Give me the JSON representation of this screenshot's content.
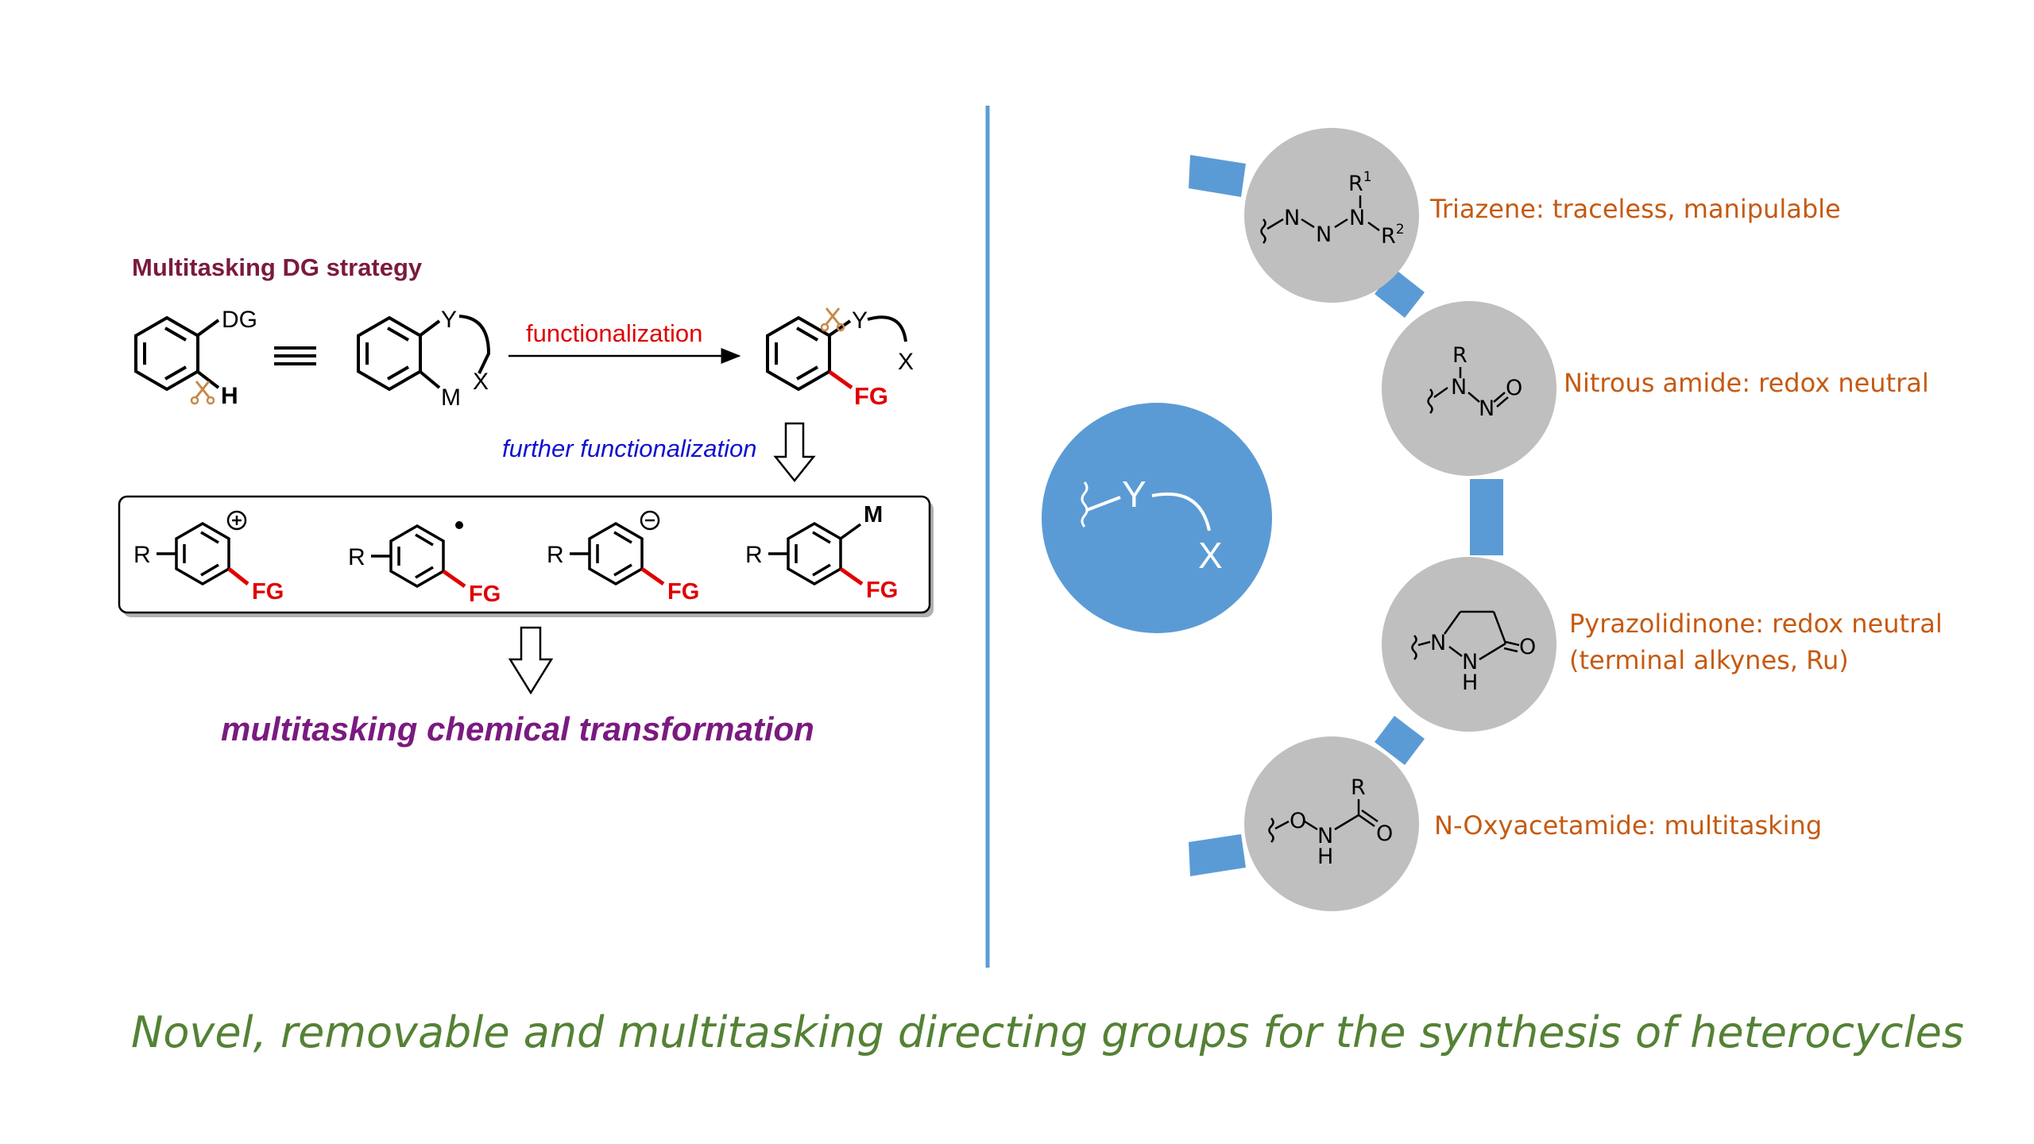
{
  "left": {
    "heading": "Multitasking DG strategy",
    "start": {
      "dg": "DG",
      "h": "H"
    },
    "chelate": {
      "y": "Y",
      "m": "M",
      "x": "X"
    },
    "arrow_label": "functionalization",
    "product": {
      "y": "Y",
      "x": "X",
      "fg": "FG"
    },
    "further_label": "further functionalization",
    "box_items": [
      {
        "r": "R",
        "fg": "FG",
        "charge": "+"
      },
      {
        "r": "R",
        "fg": "FG",
        "charge": "•"
      },
      {
        "r": "R",
        "fg": "FG",
        "charge": "−"
      },
      {
        "r": "R",
        "fg": "FG",
        "metal": "M"
      }
    ],
    "outcome": "multitasking chemical transformation"
  },
  "right": {
    "center": {
      "y": "Y",
      "x": "X"
    },
    "groups": [
      {
        "label": "Triazene: traceless, manipulable",
        "atoms": {
          "n1": "N",
          "n2": "N",
          "n3": "N",
          "r1": "R",
          "r1_sup": "1",
          "r2": "R",
          "r2_sup": "2"
        }
      },
      {
        "label": "Nitrous amide: redox neutral",
        "atoms": {
          "r": "R",
          "n1": "N",
          "n2": "N",
          "o": "O"
        }
      },
      {
        "label": "Pyrazolidinone: redox neutral",
        "label_line2": "(terminal alkynes, Ru)",
        "atoms": {
          "n1": "N",
          "n2": "N",
          "h": "H",
          "o": "O"
        }
      },
      {
        "label": "N-Oxyacetamide: multitasking",
        "atoms": {
          "o1": "O",
          "n": "N",
          "h": "H",
          "r": "R",
          "o2": "O"
        }
      }
    ]
  },
  "caption": "Novel, removable and multitasking directing groups for the synthesis of heterocycles",
  "colors": {
    "heading": "#7b1a3f",
    "red": "#e00000",
    "blue": "#1010d0",
    "purple": "#7a1a80",
    "orange": "#c55a11",
    "green": "#548235",
    "accent": "#5b9bd5",
    "node": "#bfbfbf",
    "scissors": "#c8884a"
  }
}
